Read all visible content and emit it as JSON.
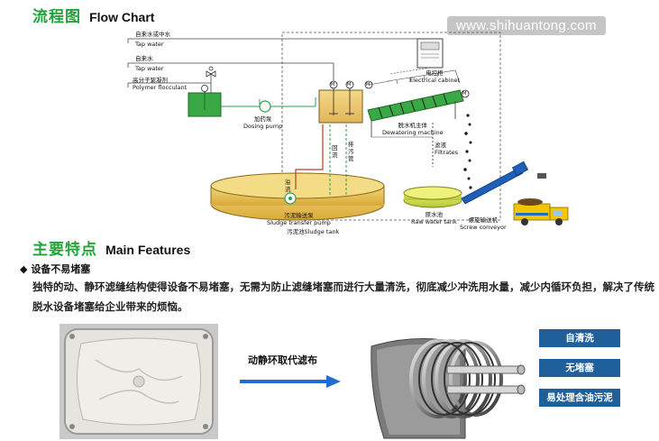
{
  "header": {
    "flow_title_cn": "流程图",
    "flow_title_en": "Flow Chart",
    "watermark": "www.shihuantong.com"
  },
  "diagram": {
    "inlets": [
      {
        "cn": "自来水或中水",
        "en": "Tap water"
      },
      {
        "cn": "自来水",
        "en": "Tap water"
      },
      {
        "cn": "高分子絮凝剂",
        "en": "Polymer flocculant"
      }
    ],
    "dosing_pump": {
      "cn": "加药泵",
      "en": "Dosing pump"
    },
    "cabinet": {
      "cn": "电控柜",
      "en": "Electrical cabinet"
    },
    "dewatering": {
      "cn": "脱水机主体",
      "en": "Dewatering machine"
    },
    "return_flow": "回流",
    "sludge_pipe": "排污管",
    "overflow": "溢流",
    "filtrates": {
      "cn": "滤液",
      "en": "Filtrates"
    },
    "transfer_pump": {
      "cn": "污泥输送泵",
      "en": "Sludge transfer pump"
    },
    "sludge_tank": {
      "cn": "污泥池",
      "en": "Sludge tank"
    },
    "raw_water_tank": {
      "cn": "原水池",
      "en": "Raw water tank"
    },
    "screw_conveyor": {
      "cn": "螺旋输送机",
      "en": "Screw conveyor"
    },
    "motor_symbol": "M"
  },
  "features": {
    "title_cn": "主要特点",
    "title_en": "Main Features",
    "bullet": "◆",
    "subtitle": "设备不易堵塞",
    "paragraph": "独特的动、静环滤缝结构使得设备不易堵塞，无需为防止滤缝堵塞而进行大量清洗，彻底减少冲洗用水量，减少内循环负担，解决了传统脱水设备堵塞给企业带来的烦恼。",
    "arrow_label": "动静环取代滤布",
    "badges": [
      "自清洗",
      "无堵塞",
      "易处理含油污泥"
    ]
  },
  "colors": {
    "green_title": "#22a33a",
    "badge_blue": "#1f5f9a",
    "tank_yellow": "#e8c44a",
    "pipe_red": "#c0392b",
    "pipe_green": "#2e9e4f"
  }
}
